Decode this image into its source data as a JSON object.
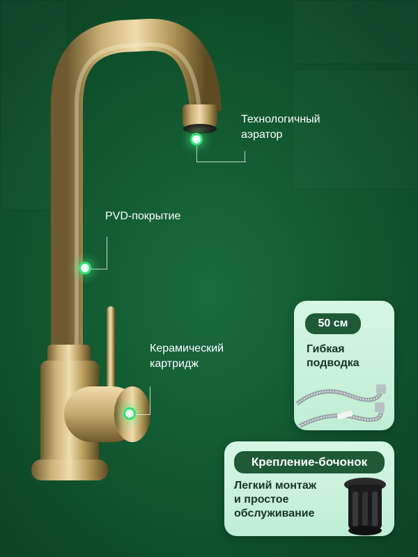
{
  "callouts": {
    "aerator": {
      "line1": "Технологичный",
      "line2": "аэратор"
    },
    "coating": {
      "label": "PVD-покрытие"
    },
    "cartridge": {
      "line1": "Керамический",
      "line2": "картридж"
    }
  },
  "hose_card": {
    "badge": "50 см",
    "line1": "Гибкая",
    "line2": "подводка"
  },
  "mount_card": {
    "badge": "Крепление-бочонок",
    "line1": "Легкий монтаж",
    "line2": "и простое",
    "line3": "обслуживание"
  },
  "colors": {
    "background": "#135a32",
    "card": "#c9f1da",
    "badge": "#1f5a36",
    "glow": "#35e07a",
    "brass": "#c8ad70"
  },
  "icons": [
    "aerator-point-icon",
    "coating-point-icon",
    "cartridge-point-icon",
    "hose-image",
    "nut-image"
  ]
}
